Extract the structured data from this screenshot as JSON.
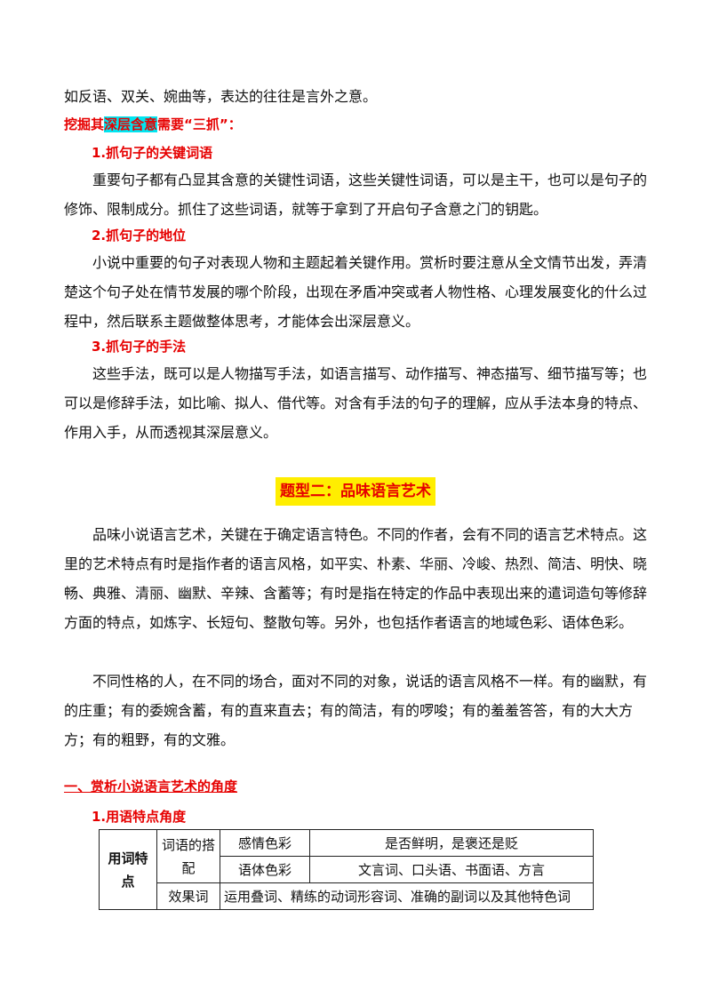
{
  "top_line": "如反语、双关、婉曲等，表达的往往是言外之意。",
  "dig_title": {
    "before": "挖掘其",
    "highlight": "深层含意",
    "after": "需要“三抓”："
  },
  "points": [
    {
      "heading": "1.抓句子的关键词语",
      "text": "重要句子都有凸显其含意的关键性词语，这些关键性词语，可以是主干，也可以是句子的修饰、限制成分。抓住了这些词语，就等于拿到了开启句子含意之门的钥匙。"
    },
    {
      "heading": "2.抓句子的地位",
      "text": "小说中重要的句子对表现人物和主题起着关键作用。赏析时要注意从全文情节出发，弄清楚这个句子处在情节发展的哪个阶段，出现在矛盾冲突或者人物性格、心理发展变化的什么过程中，然后联系主题做整体思考，才能体会出深层意义。"
    },
    {
      "heading": "3.抓句子的手法",
      "text": "这些手法，既可以是人物描写手法，如语言描写、动作描写、神态描写、细节描写等；也可以是修辞手法，如比喻、拟人、借代等。对含有手法的句子的理解，应从手法本身的特点、作用入手，从而透视其深层意义。"
    }
  ],
  "section2_title": "题型二：品味语言艺术",
  "para_a": "品味小说语言艺术，关键在于确定语言特色。不同的作者，会有不同的语言艺术特点。这里的艺术特点有时是指作者的语言风格，如平实、朴素、华丽、冷峻、热烈、简洁、明快、晓畅、典雅、清丽、幽默、辛辣、含蓄等；有时是指在特定的作品中表现出来的遣词造句等修辞方面的特点，如炼字、长短句、整散句等。另外，也包括作者语言的地域色彩、语体色彩。",
  "para_b": "不同性格的人，在不同的场合，面对不同的对象，说话的语言风格不一样。有的幽默，有的庄重；有的委婉含蓄，有的直来直去；有的简洁，有的啰唆；有的羞羞答答，有的大大方方；有的粗野，有的文雅。",
  "sub_title": "一、赏析小说语言艺术的角度",
  "sub_point": "1.用语特点角度",
  "table": {
    "row_header": "用词特点",
    "group": "词语的搭配",
    "r1_label": "感情色彩",
    "r1_value": "是否鲜明，是褒还是贬",
    "r2_label": "语体色彩",
    "r2_value": "文言词、口头语、书面语、方言",
    "r3_label": "效果词",
    "r3_value": "运用叠词、精练的动词形容词、准确的副词以及其他特色词"
  }
}
